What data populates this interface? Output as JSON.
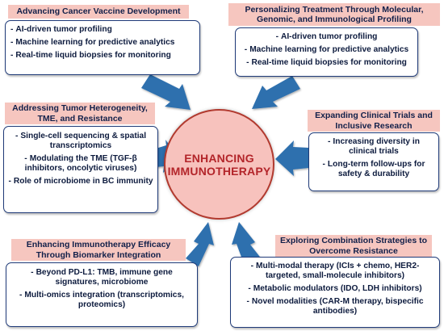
{
  "center_title": "ENHANCING IMMUNOTHERAPY",
  "colors": {
    "header_fill": "#f6c6bf",
    "box_border": "#1f3a78",
    "arrow": "#2f6fae",
    "center_fill": "#f7c2bd",
    "center_border": "#b23a2f",
    "center_text": "#b3252a"
  },
  "panels": {
    "vaccine": {
      "title": "Advancing Cancer Vaccine Development",
      "items": [
        "AI-driven tumor profiling",
        "Machine learning for predictive analytics",
        "Real-time liquid biopsies for monitoring"
      ]
    },
    "personalizing": {
      "title": "Personalizing Treatment Through Molecular, Genomic, and Immunological Profiling",
      "items": [
        "AI-driven tumor profiling",
        "Machine learning for predictive analytics",
        "Real-time liquid biopsies for monitoring"
      ]
    },
    "heterogeneity": {
      "title": "Addressing Tumor Heterogeneity, TME, and Resistance",
      "items": [
        "Single-cell sequencing & spatial transcriptomics",
        "Modulating the TME (TGF-β inhibitors, oncolytic viruses)",
        "Role of microbiome in BC immunity"
      ]
    },
    "trials": {
      "title": "Expanding Clinical Trials and Inclusive Research",
      "items": [
        "Increasing diversity in clinical trials",
        "Long-term follow-ups for safety & durability"
      ]
    },
    "biomarker": {
      "title": "Enhancing Immunotherapy Efficacy Through Biomarker Integration",
      "items": [
        "Beyond PD-L1: TMB, immune gene signatures, microbiome",
        "Multi-omics integration (transcriptomics, proteomics)"
      ]
    },
    "combination": {
      "title": "Exploring Combination Strategies to Overcome Resistance",
      "items": [
        "Multi-modal therapy (ICIs + chemo, HER2-targeted, small-molecule inhibitors)",
        "Metabolic modulators (IDO, LDH inhibitors)",
        "Novel modalities (CAR-M therapy, bispecific antibodies)"
      ]
    }
  }
}
